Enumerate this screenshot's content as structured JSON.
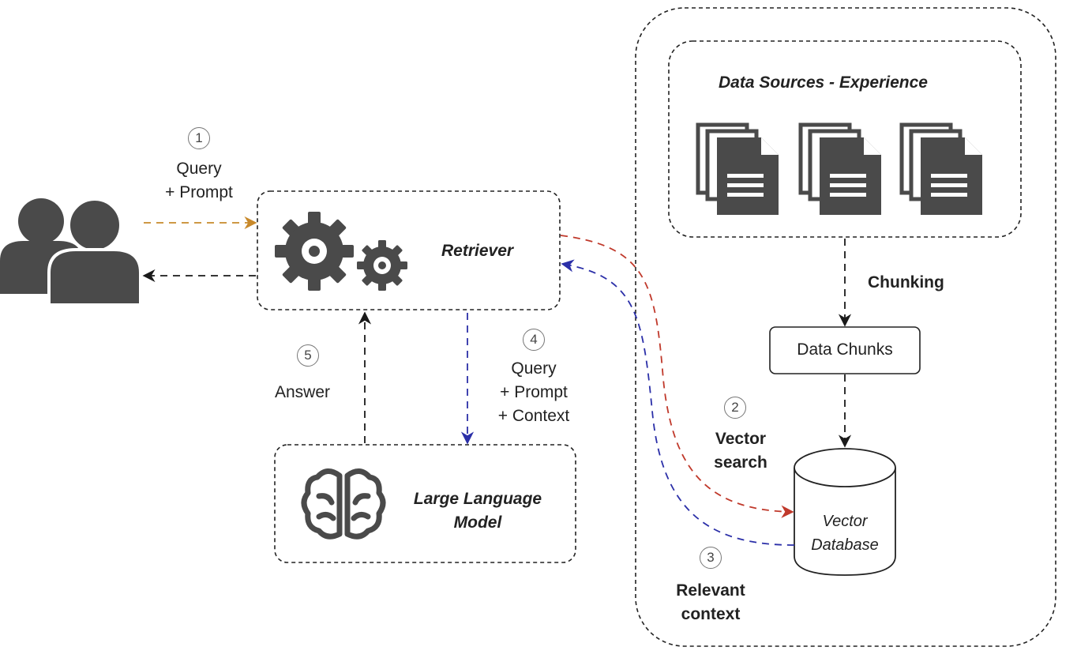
{
  "steps": {
    "s1": {
      "number": "1",
      "label": "Query\n+ Prompt"
    },
    "s2": {
      "number": "2",
      "label": "Vector\nsearch"
    },
    "s3": {
      "number": "3",
      "label": "Relevant\ncontext"
    },
    "s4": {
      "number": "4",
      "label": "Query\n+ Prompt\n+ Context"
    },
    "s5": {
      "number": "5",
      "label": "Answer"
    }
  },
  "nodes": {
    "retriever": "Retriever",
    "llm": "Large Language\nModel",
    "data_sources": "Data Sources - Experience",
    "data_chunks": "Data Chunks",
    "vector_db": "Vector\nDatabase"
  },
  "edges": {
    "chunking": "Chunking"
  },
  "icons": {
    "users": "users-icon",
    "gears": "gears-icon",
    "brain": "brain-icon",
    "document": "document-stack-icon",
    "database": "cylinder-database-icon"
  },
  "colors": {
    "query_arrow": "#c8892b",
    "search_arrow": "#c0392b",
    "context_arrow": "#2b2fa8",
    "answer_arrow": "#222222",
    "icon_fill": "#4a4a4a",
    "border": "#222222"
  }
}
